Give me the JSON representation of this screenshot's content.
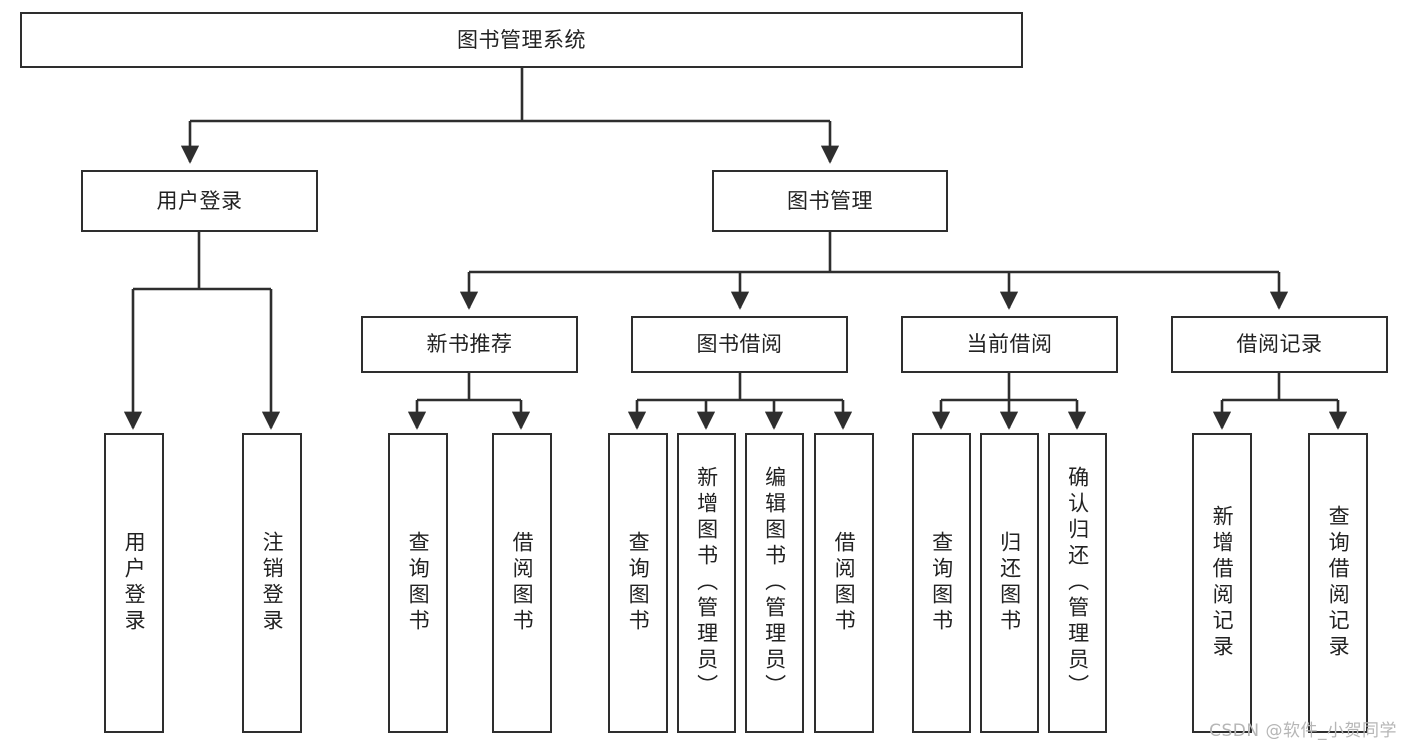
{
  "diagram": {
    "title": "图书管理系统",
    "type": "tree",
    "watermark": "CSDN @软件_小贺同学",
    "colors": {
      "box_border": "#2e2e2e",
      "box_fill": "#ffffff",
      "connector": "#2e2e2e",
      "text": "#222222",
      "watermark": "#b6b6b6"
    },
    "nodes": {
      "root": {
        "label": "图书管理系统"
      },
      "level2": [
        {
          "label": "用户登录"
        },
        {
          "label": "图书管理"
        }
      ],
      "level3": [
        {
          "label": "新书推荐"
        },
        {
          "label": "图书借阅"
        },
        {
          "label": "当前借阅"
        },
        {
          "label": "借阅记录"
        }
      ],
      "leaves": {
        "user_login": [
          {
            "label": "用户登录"
          },
          {
            "label": "注销登录"
          }
        ],
        "new_book": [
          {
            "label": "查询图书"
          },
          {
            "label": "借阅图书"
          }
        ],
        "book_borrow": [
          {
            "label": "查询图书"
          },
          {
            "label": "新增图书（管理员）"
          },
          {
            "label": "编辑图书（管理员）"
          },
          {
            "label": "借阅图书"
          }
        ],
        "current_borrow": [
          {
            "label": "查询图书"
          },
          {
            "label": "归还图书"
          },
          {
            "label": "确认归还（管理员）"
          }
        ],
        "borrow_record": [
          {
            "label": "新增借阅记录"
          },
          {
            "label": "查询借阅记录"
          }
        ]
      }
    }
  }
}
